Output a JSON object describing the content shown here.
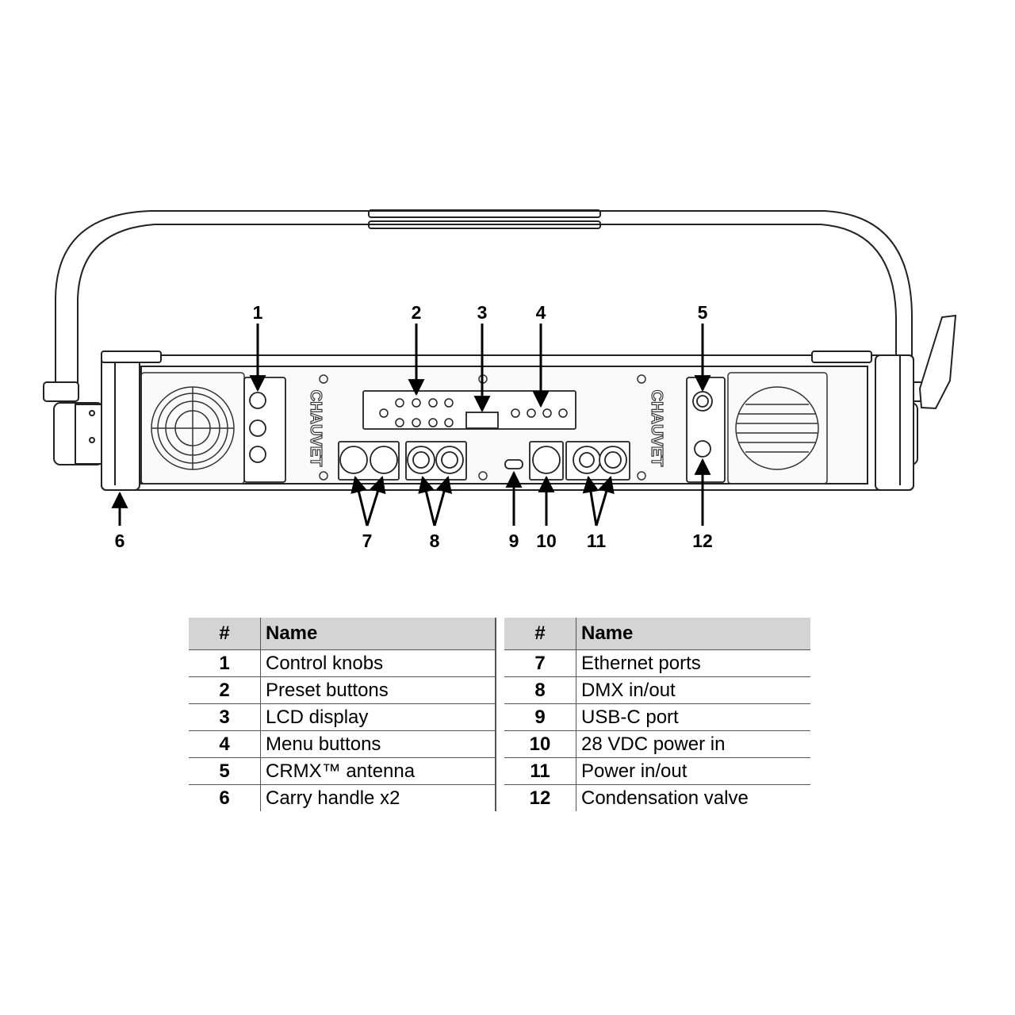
{
  "callouts": [
    "1",
    "2",
    "3",
    "4",
    "5",
    "6",
    "7",
    "8",
    "9",
    "10",
    "11",
    "12"
  ],
  "legend": {
    "header": {
      "num": "#",
      "name": "Name"
    },
    "left": [
      {
        "num": "1",
        "name": "Control knobs"
      },
      {
        "num": "2",
        "name": "Preset buttons"
      },
      {
        "num": "3",
        "name": "LCD display"
      },
      {
        "num": "4",
        "name": "Menu buttons"
      },
      {
        "num": "5",
        "name": "CRMX™ antenna"
      },
      {
        "num": "6",
        "name": "Carry handle x2"
      }
    ],
    "right": [
      {
        "num": "7",
        "name": "Ethernet ports"
      },
      {
        "num": "8",
        "name": "DMX in/out"
      },
      {
        "num": "9",
        "name": "USB-C port"
      },
      {
        "num": "10",
        "name": "28 VDC power in"
      },
      {
        "num": "11",
        "name": "Power in/out"
      },
      {
        "num": "12",
        "name": "Condensation valve"
      }
    ]
  },
  "logo_text": "CHAUVET"
}
